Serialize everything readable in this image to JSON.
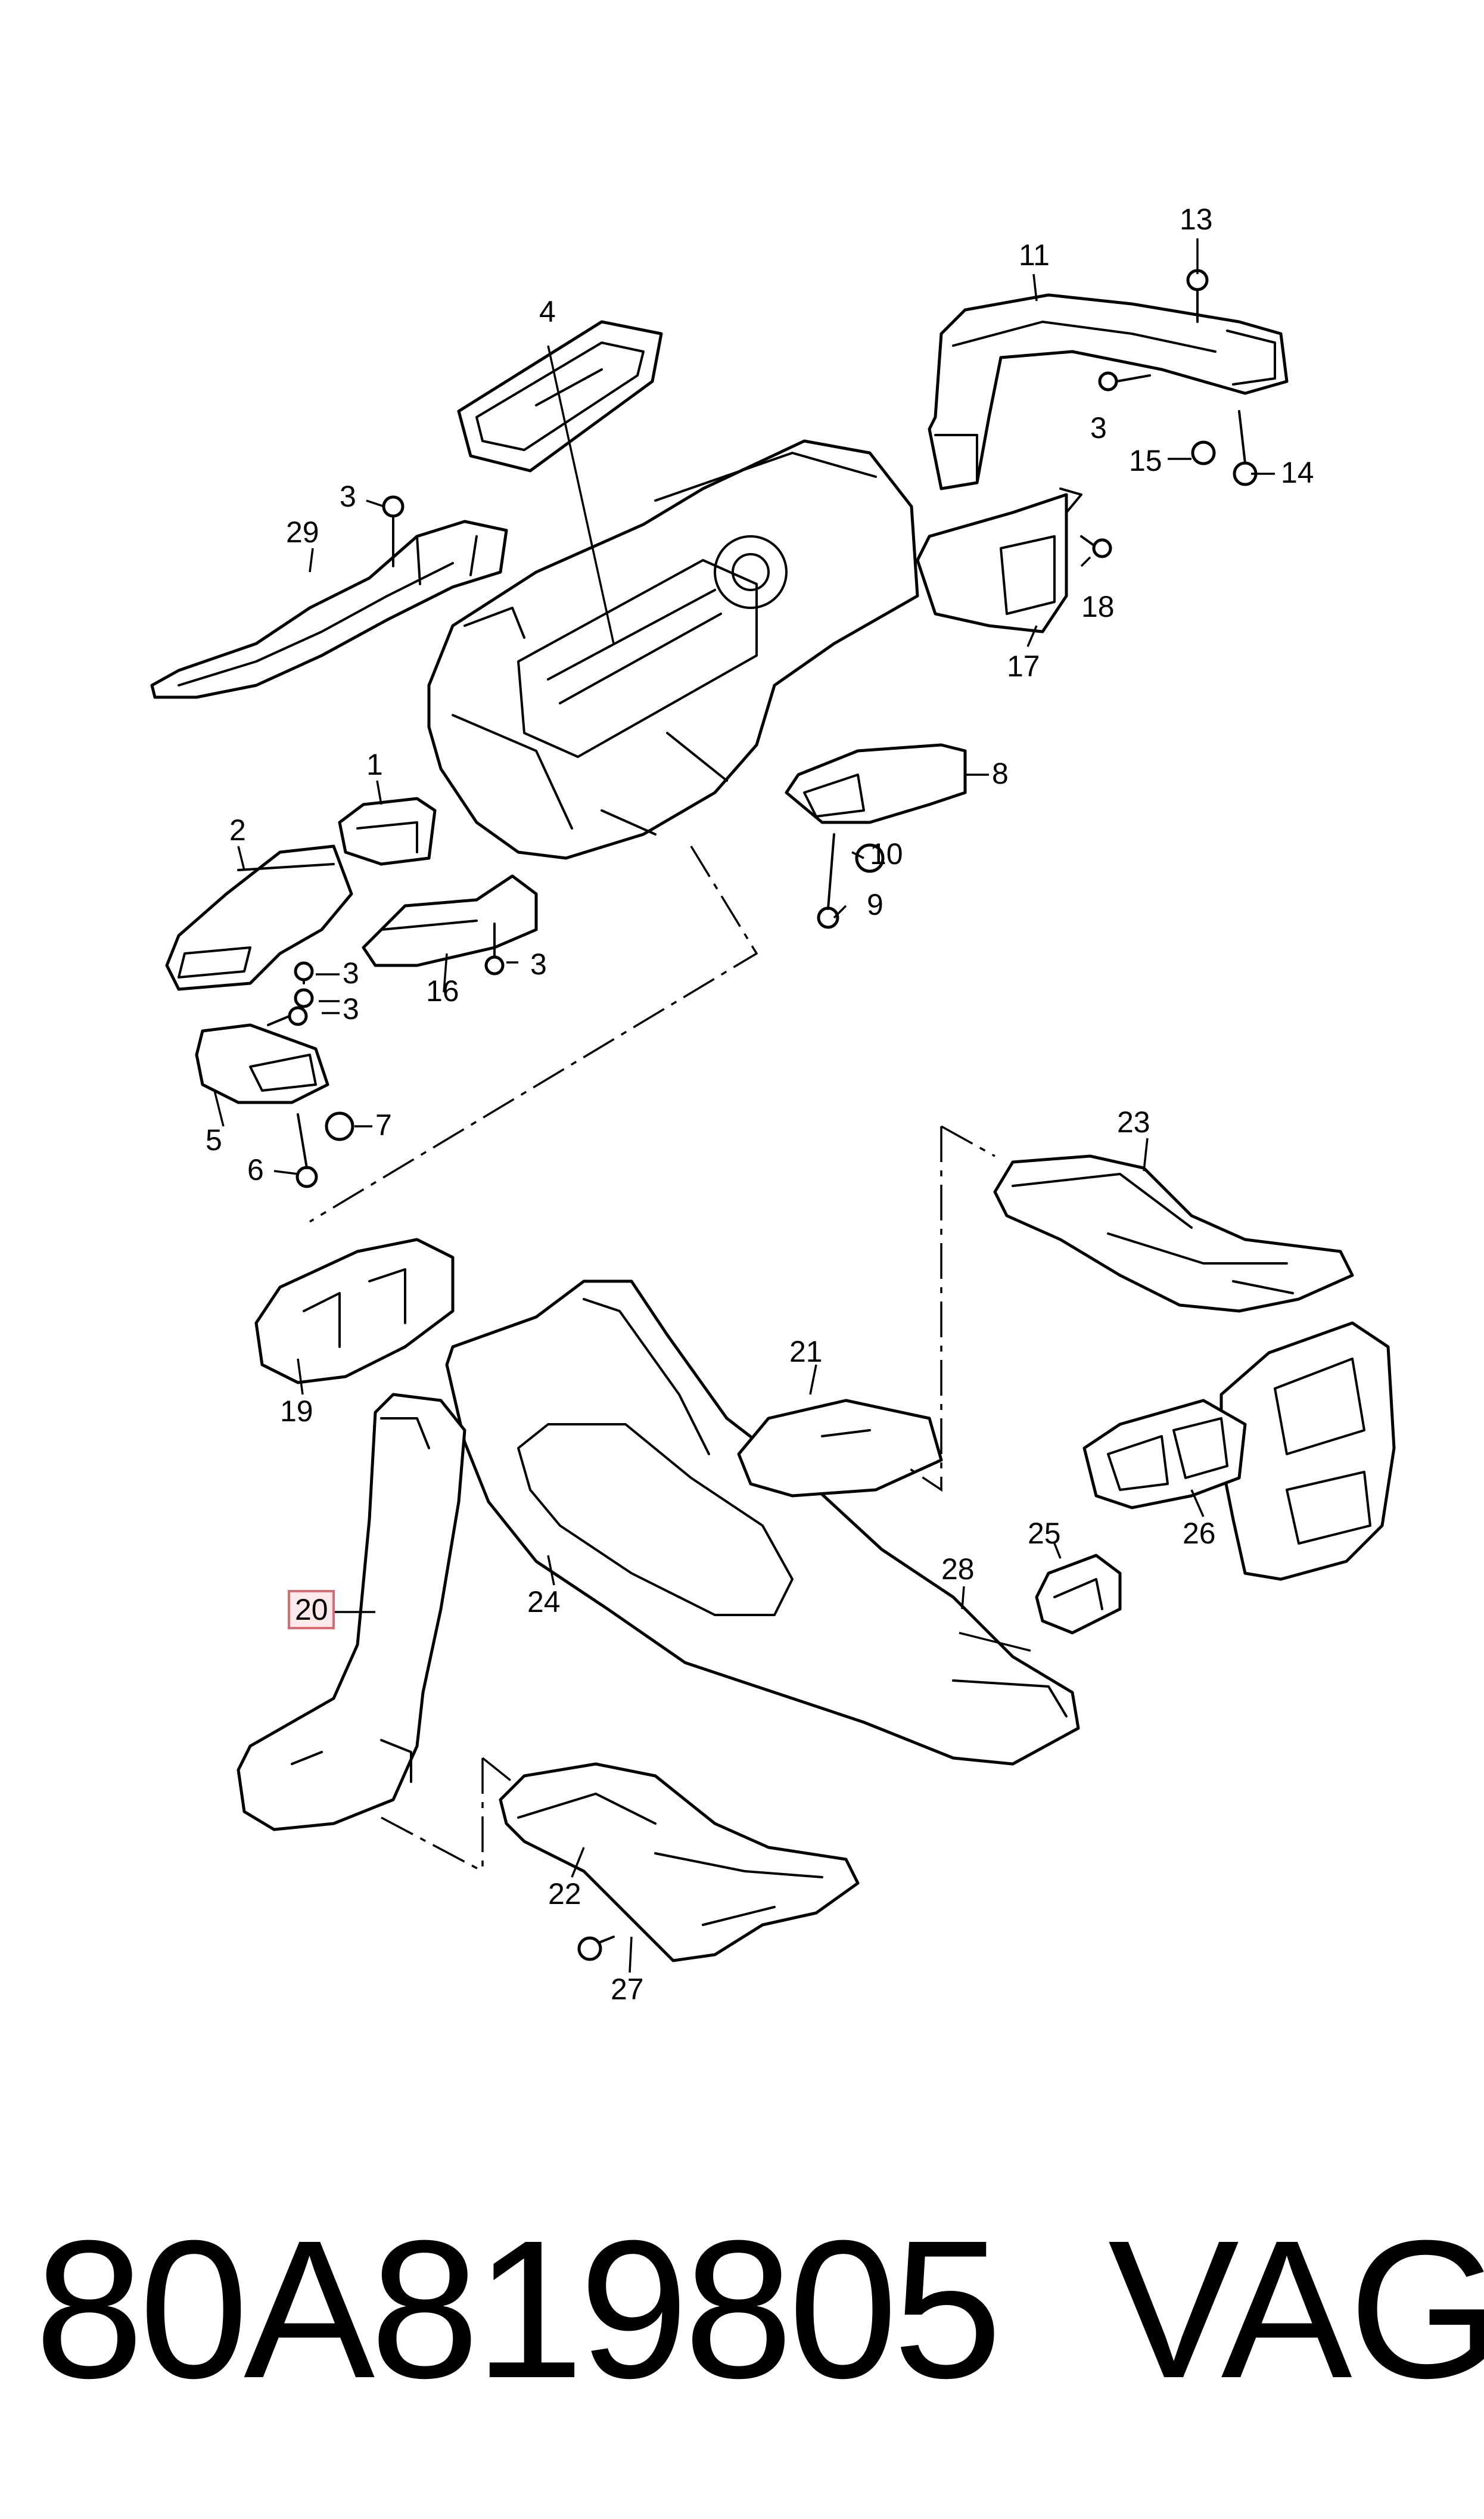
{
  "callouts": {
    "c1": "1",
    "c2": "2",
    "c3a": "3",
    "c3b": "3",
    "c3c": "3",
    "c3d": "3",
    "c3e": "3",
    "c4": "4",
    "c5": "5",
    "c6": "6",
    "c7": "7",
    "c8": "8",
    "c9": "9",
    "c10": "10",
    "c11": "11",
    "c13": "13",
    "c14": "14",
    "c15": "15",
    "c16": "16",
    "c17": "17",
    "c18": "18",
    "c19": "19",
    "c20": "20",
    "c21": "21",
    "c22": "22",
    "c23": "23",
    "c24": "24",
    "c25": "25",
    "c26": "26",
    "c27": "27",
    "c28": "28",
    "c29": "29"
  },
  "highlighted_callout": "20",
  "footer": {
    "part_number": "80A819805",
    "brand": "VAG"
  }
}
